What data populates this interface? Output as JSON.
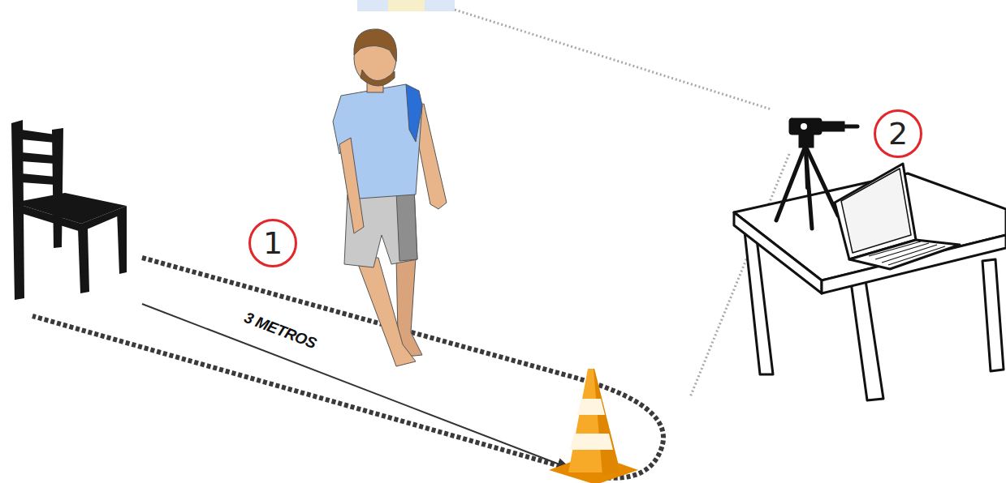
{
  "diagram": {
    "nodes": [
      {
        "text": [
          "1"
        ]
      },
      {
        "text": [
          "2"
        ]
      }
    ],
    "labels": [
      "3 METROS"
    ]
  }
}
